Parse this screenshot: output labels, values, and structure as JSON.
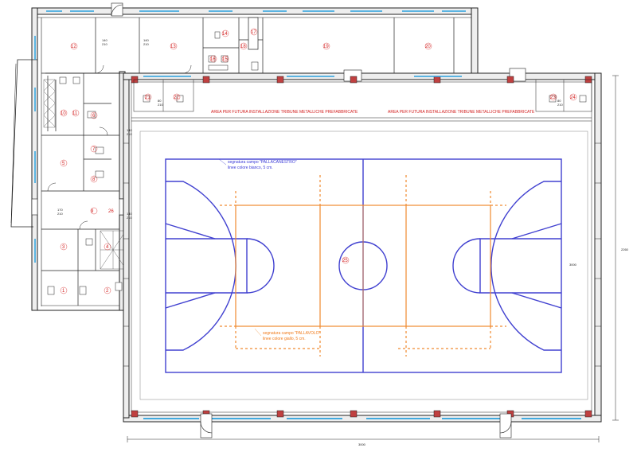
{
  "colors": {
    "wall": "#222222",
    "room_number": "#d32020",
    "basketball": "#4040d0",
    "volleyball": "#f08a30",
    "window": "#2aa0dd",
    "column": "#c04040"
  },
  "notes": {
    "bleachers_left": "AREA PER FUTURA INSTALLAZIONE TRIBUNE METALLICHE PREFABBRICATE",
    "bleachers_right": "AREA PER FUTURA INSTALLAZIONE TRIBUNE METALLICHE PREFABBRICATE",
    "basketball_title": "segnatura campo \"PALLACANESTRO\"",
    "basketball_line": "linee colore bianco, 5 cm.",
    "volleyball_title": "segnatura campo \"PALLAVOLO\"",
    "volleyball_line": "linee colore giallo, 5 cm."
  },
  "rooms": {
    "r1": "1",
    "r2": "2",
    "r3": "3",
    "r4": "4",
    "r5": "5",
    "r6": "6",
    "r7": "7",
    "r8": "8",
    "r9": "9",
    "r10": "10",
    "r11": "11",
    "r12": "12",
    "r13": "13",
    "r14": "14",
    "r15": "15",
    "r16": "16",
    "r17": "17",
    "r18": "18",
    "r19": "19",
    "r20": "20",
    "r21": "21",
    "r22": "22",
    "r23": "23",
    "r24": "24",
    "r25": "25",
    "r26": "26"
  },
  "dims": {
    "door_140_210": "140\n210",
    "d1": "140",
    "d1b": "210",
    "d2": "140",
    "d2b": "210",
    "d3": "140",
    "d3b": "210",
    "d4": "140",
    "d4b": "210",
    "d5": "170",
    "d5b": "210",
    "d6": "80",
    "d6b": "210",
    "d7": "80",
    "d7b": "210",
    "width_total": "3000",
    "height_total": "2260",
    "court_side": "3000"
  }
}
